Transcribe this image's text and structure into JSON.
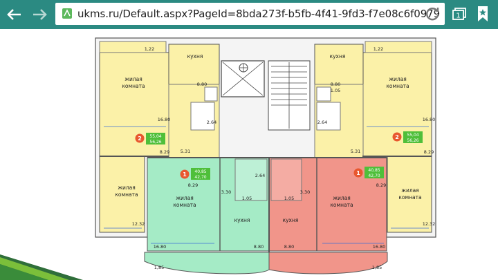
{
  "browser": {
    "url": "ukms.ru/Default.aspx?PageId=8bda273f-b5fb-4f41-9fd3-f7e08c6f0979",
    "tab_count": "1"
  },
  "colors": {
    "toolbar": "#2b8a82",
    "room_yellow": "#fbf1a8",
    "room_green": "#a5ebc6",
    "room_red": "#f1958a",
    "badge_orange": "#e8572e",
    "badge_green": "#4fbf3a"
  },
  "plan": {
    "rooms": {
      "living_tl": "жилая\nкомната",
      "living_bl": "жилая\nкомната",
      "living_tr": "жилая\nкомната",
      "living_br": "жилая\nкомната",
      "living_green": "жилая\nкомната",
      "living_red": "жилая\nкомната",
      "kitchen_tl": "кухня",
      "kitchen_tr": "кухня",
      "kitchen_green": "кухня",
      "kitchen_red": "кухня"
    },
    "apartments": {
      "left_two": {
        "rooms": "2",
        "area_living": "55,04",
        "area_total": "56,26"
      },
      "right_two": {
        "rooms": "2",
        "area_living": "55,04",
        "area_total": "56,26"
      },
      "green_one": {
        "rooms": "1",
        "area_living": "40,85",
        "area_total": "42,70"
      },
      "red_one": {
        "rooms": "1",
        "area_living": "40,85",
        "area_total": "42,70"
      }
    },
    "areas": {
      "tl_balcony": "1,22",
      "tr_balcony": "1,22",
      "tl_kitchen": "8.80",
      "tr_kitchen": "8.80",
      "tr_bath": "1.05",
      "tl_bath2": "2.64",
      "tr_bath2": "2.64",
      "tl_living": "16.80",
      "tr_living": "16.80",
      "tl_hall": "8.29",
      "tr_hall": "8.29",
      "tl_corr": "5.31",
      "tr_corr": "5.31",
      "bl_living": "12.32",
      "br_living": "12.32",
      "g_hall": "8.29",
      "g_corr": "3.30",
      "g_bath": "2.64",
      "g_wc": "1.05",
      "r_corr": "3.30",
      "r_wc": "1.05",
      "r_hall": "8.29",
      "g_living": "16.80",
      "g_kitchen": "8.80",
      "r_kitchen": "8.80",
      "r_living": "16.80",
      "g_balcony": "1,85",
      "r_balcony": "1,85"
    }
  }
}
